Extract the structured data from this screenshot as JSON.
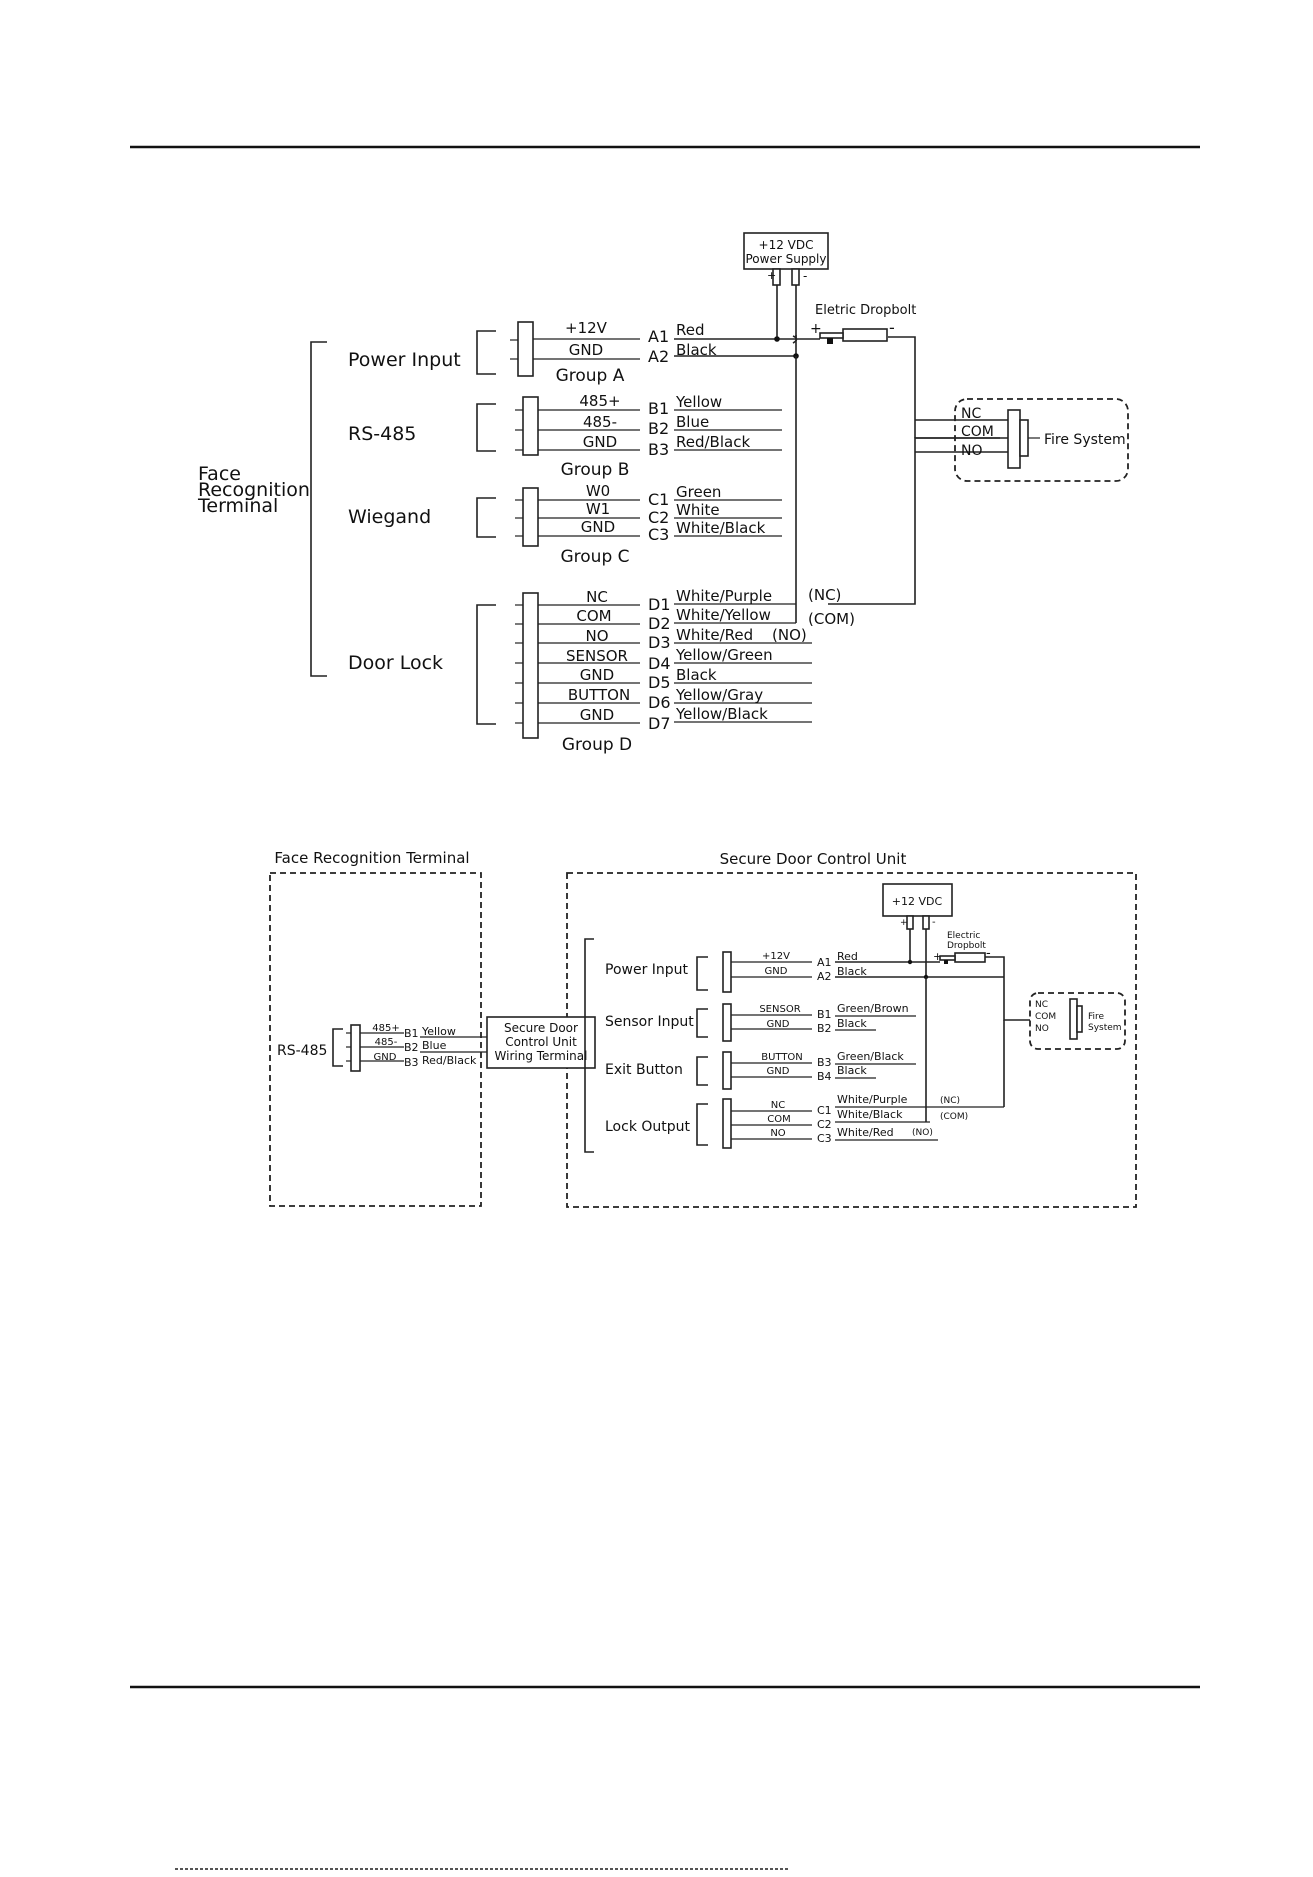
{
  "diagram1": {
    "device_label": [
      "Face",
      "Recognition",
      "Terminal"
    ],
    "power_supply": {
      "line1": "+12 VDC",
      "line2": "Power Supply",
      "plus": "+",
      "minus": "-"
    },
    "dropbolt": {
      "label": "Eletric Dropbolt",
      "plus": "+",
      "minus": "-"
    },
    "fire_system": {
      "label": "Fire System",
      "terminals": [
        "NC",
        "COM",
        "NO"
      ]
    },
    "groups": [
      {
        "section": "Power Input",
        "group_label": "Group A",
        "pins": [
          {
            "pin": "+12V",
            "code": "A1",
            "wire": "Red"
          },
          {
            "pin": "GND",
            "code": "A2",
            "wire": "Black"
          }
        ]
      },
      {
        "section": "RS-485",
        "group_label": "Group B",
        "pins": [
          {
            "pin": "485+",
            "code": "B1",
            "wire": "Yellow"
          },
          {
            "pin": "485-",
            "code": "B2",
            "wire": "Blue"
          },
          {
            "pin": "GND",
            "code": "B3",
            "wire": "Red/Black"
          }
        ]
      },
      {
        "section": "Wiegand",
        "group_label": "Group C",
        "pins": [
          {
            "pin": "W0",
            "code": "C1",
            "wire": "Green"
          },
          {
            "pin": "W1",
            "code": "C2",
            "wire": "White"
          },
          {
            "pin": "GND",
            "code": "C3",
            "wire": "White/Black"
          }
        ]
      },
      {
        "section": "Door Lock",
        "group_label": "Group D",
        "pins": [
          {
            "pin": "NC",
            "code": "D1",
            "wire": "White/Purple"
          },
          {
            "pin": "COM",
            "code": "D2",
            "wire": "White/Yellow"
          },
          {
            "pin": "NO",
            "code": "D3",
            "wire": "White/Red"
          },
          {
            "pin": "SENSOR",
            "code": "D4",
            "wire": "Yellow/Green"
          },
          {
            "pin": "GND",
            "code": "D5",
            "wire": "Black"
          },
          {
            "pin": "BUTTON",
            "code": "D6",
            "wire": "Yellow/Gray"
          },
          {
            "pin": "GND",
            "code": "D7",
            "wire": "Yellow/Black"
          }
        ]
      }
    ],
    "annotations": {
      "nc": "(NC)",
      "com": "(COM)",
      "no": "(NO)"
    }
  },
  "diagram2": {
    "terminal_title": "Face Recognition Terminal",
    "control_unit_title": "Secure Door Control Unit",
    "rs485_label": "RS-485",
    "rs485_pins": [
      {
        "pin": "485+",
        "code": "B1",
        "wire": "Yellow"
      },
      {
        "pin": "485-",
        "code": "B2",
        "wire": "Blue"
      },
      {
        "pin": "GND",
        "code": "B3",
        "wire": "Red/Black"
      }
    ],
    "wiring_terminal": [
      "Secure Door",
      "Control Unit",
      "Wiring Terminal"
    ],
    "power_supply": {
      "label": "+12 VDC",
      "plus": "+",
      "minus": "-"
    },
    "dropbolt": {
      "line1": "Electric",
      "line2": "Dropbolt",
      "plus": "+",
      "minus": "-"
    },
    "fire_system": {
      "line1": "Fire",
      "line2": "System",
      "terminals": [
        "NC",
        "COM",
        "NO"
      ]
    },
    "groups": [
      {
        "section": "Power Input",
        "pins": [
          {
            "pin": "+12V",
            "code": "A1",
            "wire": "Red"
          },
          {
            "pin": "GND",
            "code": "A2",
            "wire": "Black"
          }
        ]
      },
      {
        "section": "Sensor Input",
        "pins": [
          {
            "pin": "SENSOR",
            "code": "B1",
            "wire": "Green/Brown"
          },
          {
            "pin": "GND",
            "code": "B2",
            "wire": "Black"
          }
        ]
      },
      {
        "section": "Exit Button",
        "pins": [
          {
            "pin": "BUTTON",
            "code": "B3",
            "wire": "Green/Black"
          },
          {
            "pin": "GND",
            "code": "B4",
            "wire": "Black"
          }
        ]
      },
      {
        "section": "Lock Output",
        "pins": [
          {
            "pin": "NC",
            "code": "C1",
            "wire": "White/Purple"
          },
          {
            "pin": "COM",
            "code": "C2",
            "wire": "White/Black"
          },
          {
            "pin": "NO",
            "code": "C3",
            "wire": "White/Red"
          }
        ]
      }
    ],
    "annotations": {
      "nc": "(NC)",
      "com": "(COM)",
      "no": "(NO)"
    }
  }
}
